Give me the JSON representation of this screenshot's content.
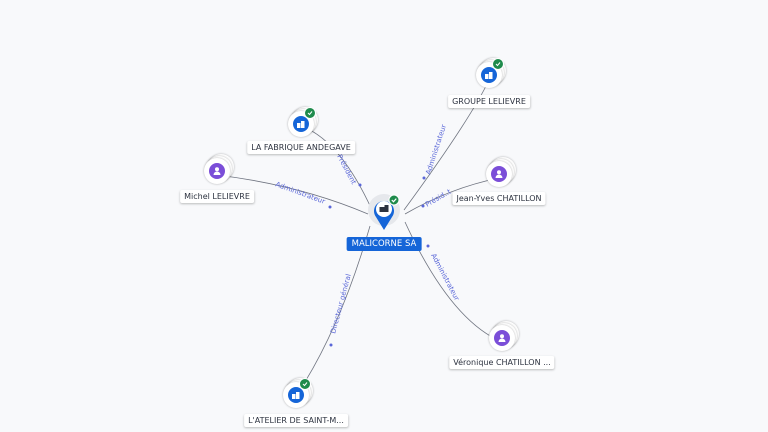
{
  "center": {
    "name": "MALICORNE SA"
  },
  "nodes": [
    {
      "id": "groupe",
      "name": "GROUPE LELIEVRE",
      "kind": "company",
      "verified": true,
      "relation": "Administrateur"
    },
    {
      "id": "fabrique",
      "name": "LA FABRIQUE ANDEGAVE",
      "kind": "company",
      "verified": true,
      "relation": "Président"
    },
    {
      "id": "michel",
      "name": "Michel LELIEVRE",
      "kind": "person",
      "verified": false,
      "relation": "Administrateur"
    },
    {
      "id": "jeanyves",
      "name": "Jean-Yves CHATILLON",
      "kind": "person",
      "verified": false,
      "relation": "Présid..t"
    },
    {
      "id": "veronique",
      "name": "Véronique CHATILLON ...",
      "kind": "person",
      "verified": false,
      "relation": "Administrateur"
    },
    {
      "id": "atelier",
      "name": "L'ATELIER DE SAINT-M...",
      "kind": "company",
      "verified": true,
      "relation": "Directeur général"
    }
  ],
  "colors": {
    "company": "#1565d8",
    "person": "#7b4ed8",
    "verified": "#1f8b4c",
    "relation_text": "#5a67d8"
  }
}
